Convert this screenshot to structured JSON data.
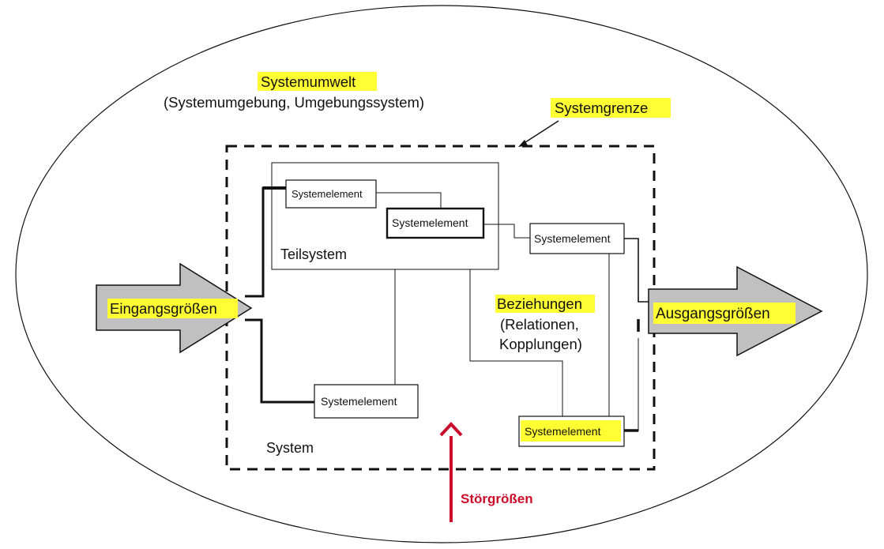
{
  "environment": {
    "title": "Systemumwelt",
    "subtitle": "(Systemumgebung, Umgebungssystem)"
  },
  "boundary_label": "Systemgrenze",
  "subsystem_label": "Teilsystem",
  "system_label": "System",
  "element_label": "Systemelement",
  "relations": {
    "title": "Beziehungen",
    "line1": "(Relationen,",
    "line2": "Kopplungen)"
  },
  "input_label": "Eingangsgrößen",
  "output_label": "Ausgangsgrößen",
  "disturbance_label": "Störgrößen",
  "colors": {
    "highlight": "#ffff33",
    "arrow_fill": "#c0c0c0",
    "disturbance": "#cc0d2a",
    "stroke": "#111111"
  }
}
